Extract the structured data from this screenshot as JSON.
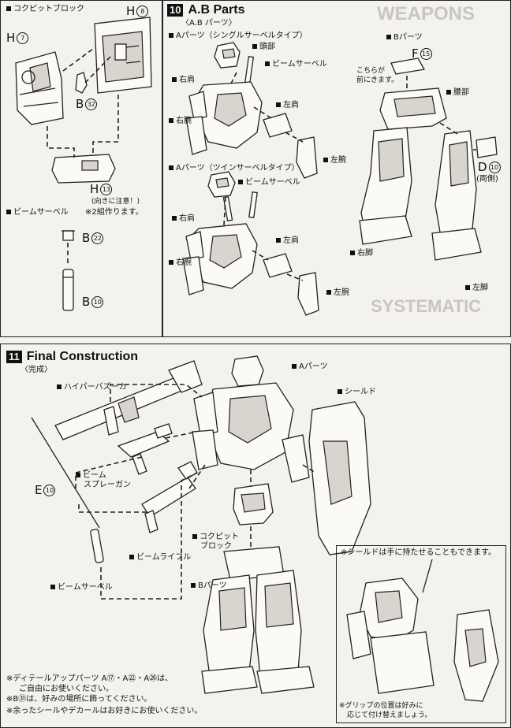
{
  "top_left": {
    "cockpit_block_label": "コクピットブロック",
    "beam_saber_label": "ビームサーベル",
    "make_two_note": "※2組作ります。",
    "parts": {
      "h7": {
        "letter": "H",
        "num": "7"
      },
      "h8": {
        "letter": "H",
        "num": "8"
      },
      "b32": {
        "letter": "B",
        "num": "32"
      },
      "h13": {
        "letter": "H",
        "num": "13"
      },
      "h13_note": "(向きに注意！)",
      "b22": {
        "letter": "B",
        "num": "22"
      },
      "b10": {
        "letter": "B",
        "num": "10"
      }
    }
  },
  "step10": {
    "number": "10",
    "title": "A.B Parts",
    "subtitle": "〈A.B パーツ〉",
    "single_label": "Aパーツ（シングルサーベルタイプ）",
    "twin_label": "Aパーツ（ツインサーベルタイプ）",
    "head": "頭部",
    "beam_saber_1": "ビームサーベル",
    "beam_saber_2": "ビームサーベル",
    "right_shoulder_1": "右肩",
    "left_shoulder_1": "左肩",
    "right_arm_1": "右腕",
    "left_arm_1": "左腕",
    "right_shoulder_2": "右肩",
    "left_shoulder_2": "左肩",
    "right_arm_2": "右腕",
    "left_arm_2": "左腕",
    "b_parts": "Bパーツ",
    "f15": {
      "letter": "F",
      "num": "15"
    },
    "front_note_1": "こちらが",
    "front_note_2": "前にきます。",
    "waist": "腰部",
    "d10": {
      "letter": "D",
      "num": "10"
    },
    "both_sides": "(両側)",
    "right_leg": "右脚",
    "left_leg": "左脚"
  },
  "step11": {
    "number": "11",
    "title": "Final Construction",
    "subtitle": "〈完成〉",
    "a_parts": "Aパーツ",
    "hyper_bazooka": "ハイパーバズーカ",
    "shield": "シールド",
    "beam_spray_gun_1": "ビーム",
    "beam_spray_gun_2": "スプレーガン",
    "e10": {
      "letter": "E",
      "num": "10"
    },
    "cockpit_block_1": "コクピット",
    "cockpit_block_2": "ブロック",
    "beam_rifle": "ビームライフル",
    "beam_saber": "ビームサーベル",
    "b_parts": "Bパーツ",
    "shield_note": "※シールドは手に持たせることもできます。",
    "grip_note_1": "※グリップの位置は好みに",
    "grip_note_2": "応じて付け替えましょう。",
    "footnote_1": "※ディテールアップパーツ A⑰・A㉒・A㉖は、",
    "footnote_2": "ご自由にお使いください。",
    "footnote_3": "※B㉛は、好みの場所に飾ってください。",
    "footnote_4": "※余ったシールやデカールはお好きにお使いください。"
  },
  "background": {
    "weapons": "WEAPONS",
    "systematic": "SYSTEMATIC"
  }
}
